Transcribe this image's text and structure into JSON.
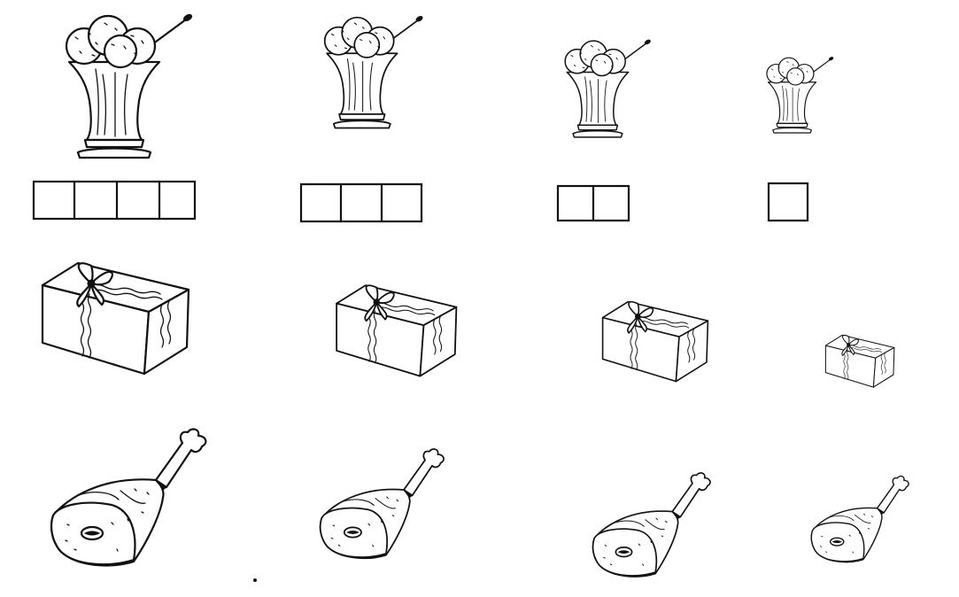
{
  "worksheet": {
    "rows": [
      {
        "item": "ice-cream-sundae",
        "icon": "sundae-icon",
        "sizes": [
          "largest",
          "large",
          "medium",
          "smallest"
        ],
        "answer_boxes": [
          4,
          3,
          2,
          1
        ]
      },
      {
        "item": "gift-box",
        "icon": "gift-box-icon",
        "sizes": [
          "largest",
          "large",
          "medium",
          "smallest"
        ]
      },
      {
        "item": "ham-leg",
        "icon": "ham-icon",
        "sizes": [
          "largest",
          "large",
          "medium",
          "smallest"
        ]
      }
    ],
    "ink_color": "#111111",
    "paper_color": "#ffffff"
  }
}
